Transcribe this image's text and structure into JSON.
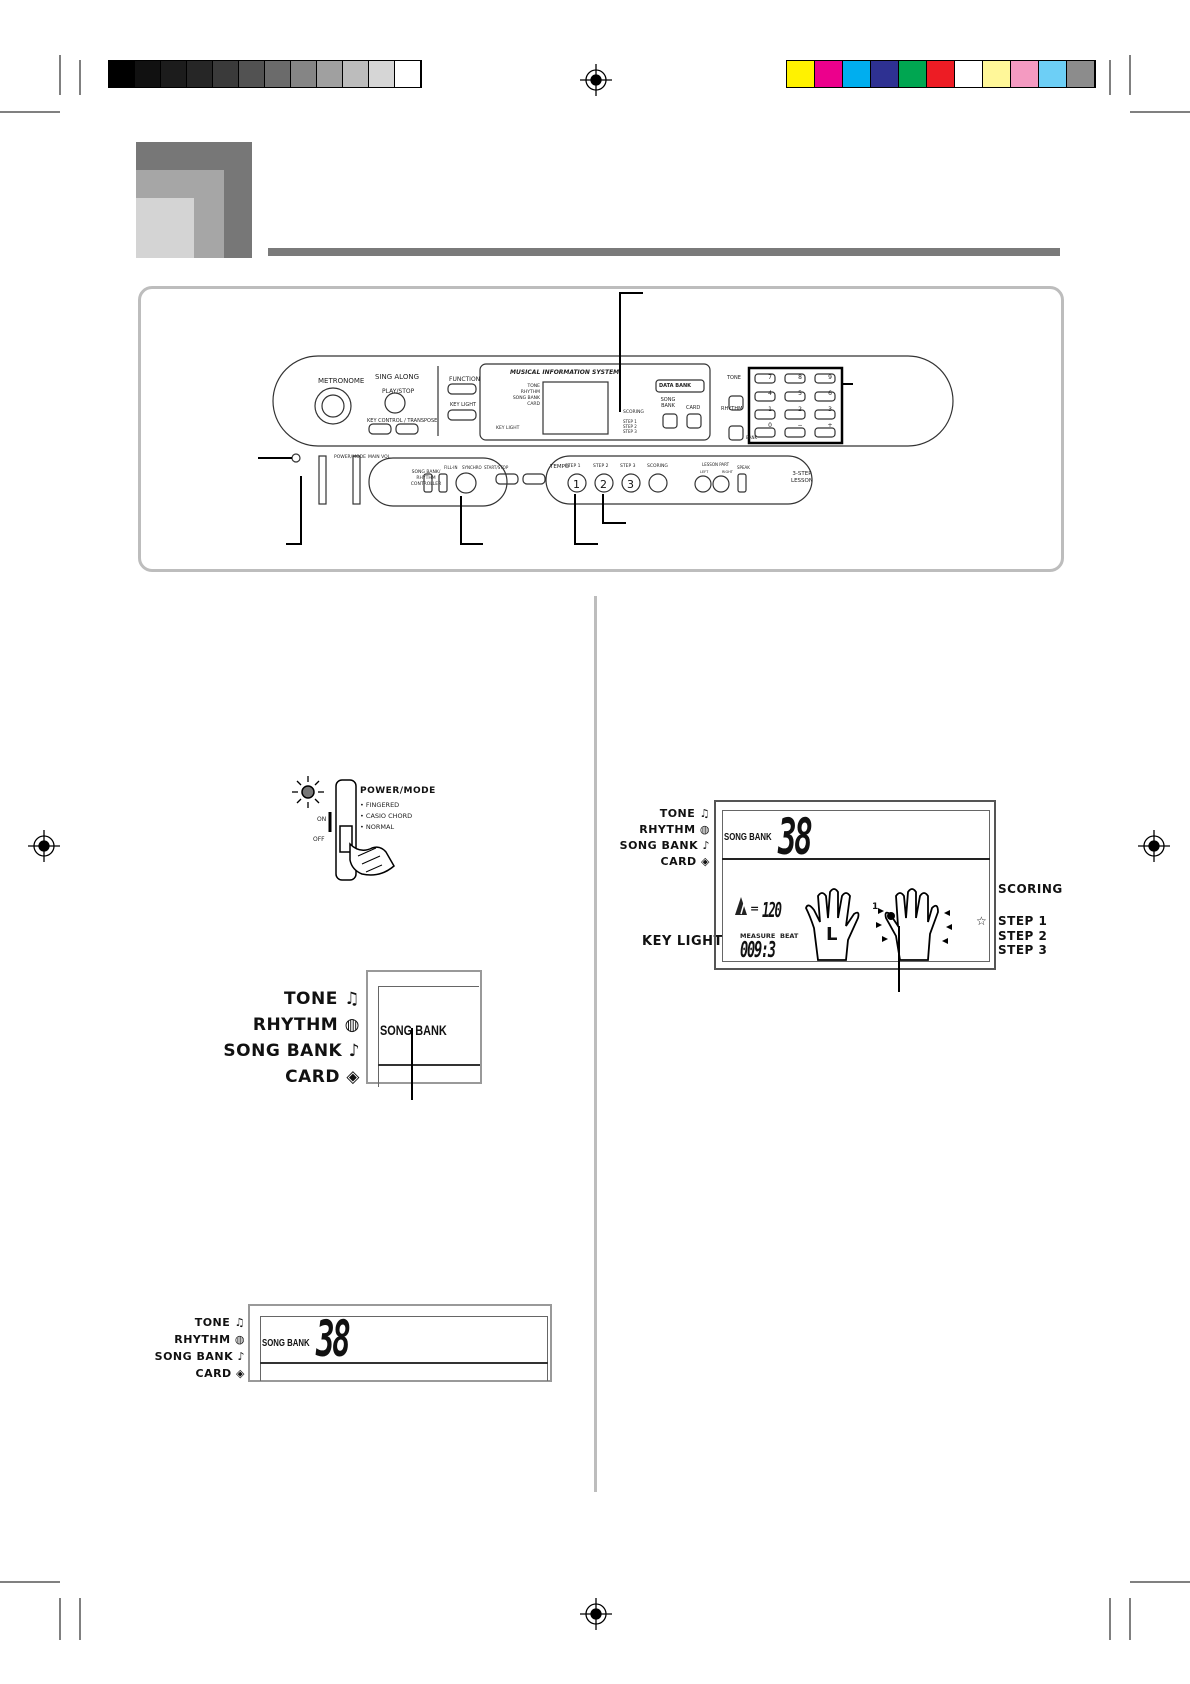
{
  "keyboard_panel": {
    "metronome_label": "METRONOME",
    "sing_along_label": "SING ALONG",
    "play_stop_label": "PLAY/STOP",
    "key_control_label": "KEY CONTROL / TRANSPOSE",
    "function_label": "FUNCTION",
    "key_light_label": "KEY LIGHT",
    "mis_title": "MUSICAL INFORMATION SYSTEM",
    "mis_modes": [
      "TONE",
      "RHYTHM",
      "SONG BANK",
      "CARD"
    ],
    "mis_key_light": "KEY LIGHT",
    "mis_scoring": "SCORING",
    "mis_steps": [
      "STEP 1",
      "STEP 2",
      "STEP 3"
    ],
    "data_bank_label": "DATA BANK",
    "song_bank_button": "SONG BANK",
    "card_button": "CARD",
    "tone_button": "TONE",
    "rhythm_button": "RHYTHM",
    "bank_label": "BANK",
    "numpad": [
      "7",
      "8",
      "9",
      "4",
      "5",
      "6",
      "1",
      "2",
      "3",
      "0",
      "−",
      "+"
    ],
    "power_mode_label": "POWER/MODE",
    "main_vol_label": "MAIN VOL.",
    "song_bank_rhythm_controller": "SONG BANK/ RHYTHM CONTROLLER",
    "fill_in_label": "FILL-IN",
    "synchro_label": "SYNCHRO",
    "start_stop_label": "START/STOP",
    "tempo_label": "TEMPO",
    "step_labels": [
      "STEP 1",
      "STEP 2",
      "STEP 3"
    ],
    "step_numbers": [
      "1",
      "2",
      "3"
    ],
    "scoring_label": "SCORING",
    "lesson_part_label": "LESSON PART",
    "left_label": "LEFT",
    "right_label": "RIGHT",
    "speak_label": "SPEAK",
    "three_step_lesson": "3-STEP LESSON"
  },
  "power_illustration": {
    "title": "POWER/MODE",
    "options": [
      "• FINGERED",
      "• CASIO CHORD",
      "• NORMAL"
    ],
    "on_label": "ON",
    "off_label": "OFF"
  },
  "mode_display_1": {
    "modes": [
      "TONE",
      "RHYTHM",
      "SONG BANK",
      "CARD"
    ],
    "screen_text": "SONG BANK"
  },
  "mode_display_2": {
    "modes": [
      "TONE",
      "RHYTHM",
      "SONG BANK",
      "CARD"
    ],
    "screen_label": "SONG BANK",
    "number": "38"
  },
  "lesson_display": {
    "modes": [
      "TONE",
      "RHYTHM",
      "SONG BANK",
      "CARD"
    ],
    "screen_label": "SONG BANK",
    "number": "38",
    "key_light_label": "KEY LIGHT",
    "scoring_label": "SCORING",
    "steps": [
      "STEP 1",
      "STEP 2",
      "STEP 3"
    ],
    "star": "☆",
    "tempo_value": "120",
    "tempo_eq": "=",
    "measure_label": "MEASURE",
    "beat_label": "BEAT",
    "measure_beat_value": "009:3",
    "left_hand_letter": "L",
    "finger_number": "1"
  },
  "colors": {
    "gray_bars": [
      "#000000",
      "#111111",
      "#1c1c1c",
      "#262626",
      "#3a3a3a",
      "#525252",
      "#6b6b6b",
      "#858585",
      "#a0a0a0",
      "#bcbcbc",
      "#d6d6d6",
      "#ffffff"
    ],
    "color_bars": [
      "#fff200",
      "#ec008c",
      "#00aeef",
      "#2e3192",
      "#00a651",
      "#ed1c24",
      "#ffffff",
      "#fff799",
      "#f49ac1",
      "#6dcff6",
      "#8c8c8c"
    ]
  }
}
